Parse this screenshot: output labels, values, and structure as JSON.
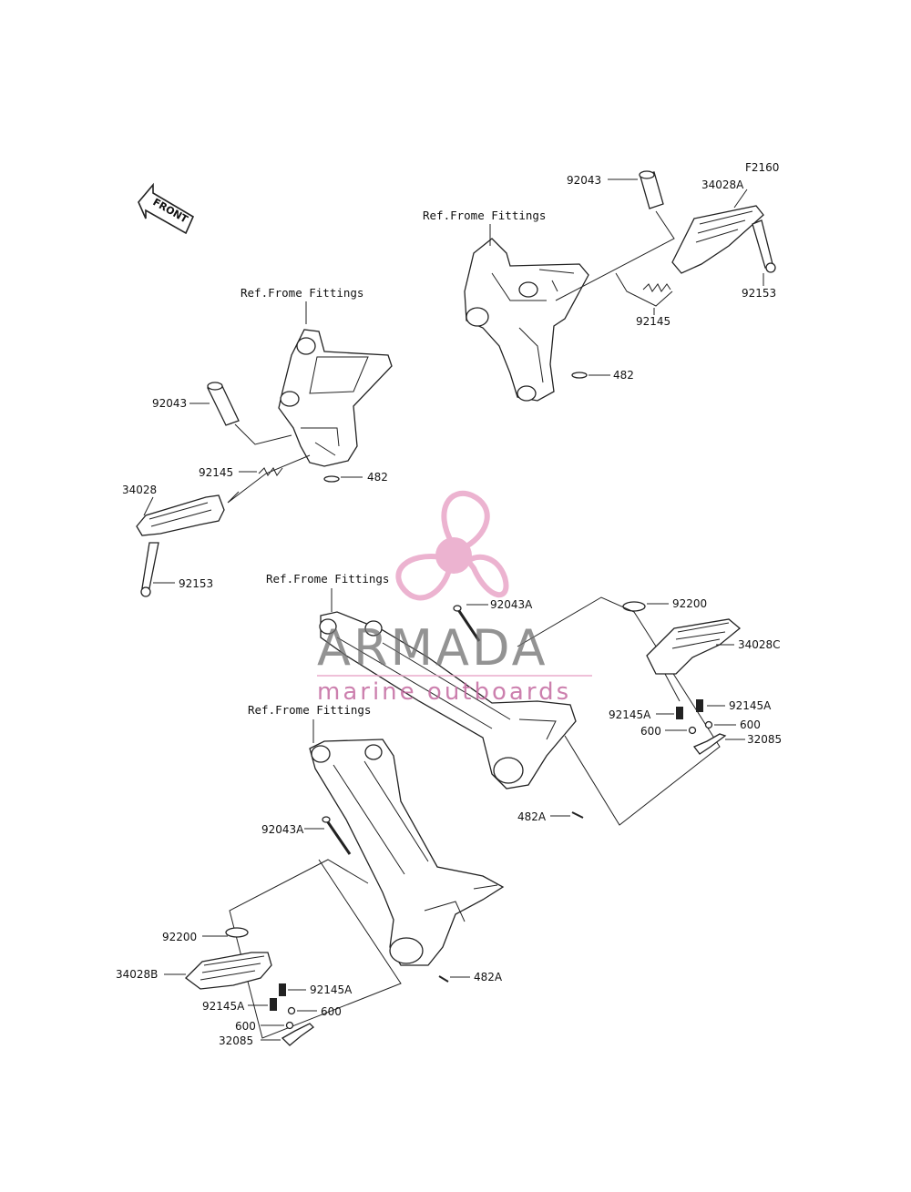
{
  "diagram_code": "F2160",
  "front_label": "FRONT",
  "ref_label": "Ref.Frome Fittings",
  "watermark": {
    "brand": "ARMADA",
    "tagline": "marine outboards",
    "logo_color": "#e9a6c8"
  },
  "parts": {
    "p92043_upper": "92043",
    "p34028A": "34028A",
    "p92153_right": "92153",
    "p92145_right": "92145",
    "p482_right": "482",
    "p92043_left": "92043",
    "p92145_left": "92145",
    "p482_left": "482",
    "p34028": "34028",
    "p92153_left": "92153",
    "p92043A_right": "92043A",
    "p92200_right": "92200",
    "p34028C": "34028C",
    "p92145A_r1": "92145A",
    "p92145A_r2": "92145A",
    "p600_r1": "600",
    "p600_r2": "600",
    "p32085_right": "32085",
    "p482A_right": "482A",
    "p92043A_left": "92043A",
    "p92200_left": "92200",
    "p34028B": "34028B",
    "p92145A_l1": "92145A",
    "p92145A_l2": "92145A",
    "p600_l1": "600",
    "p600_l2": "600",
    "p32085_left": "32085",
    "p482A_left": "482A"
  }
}
